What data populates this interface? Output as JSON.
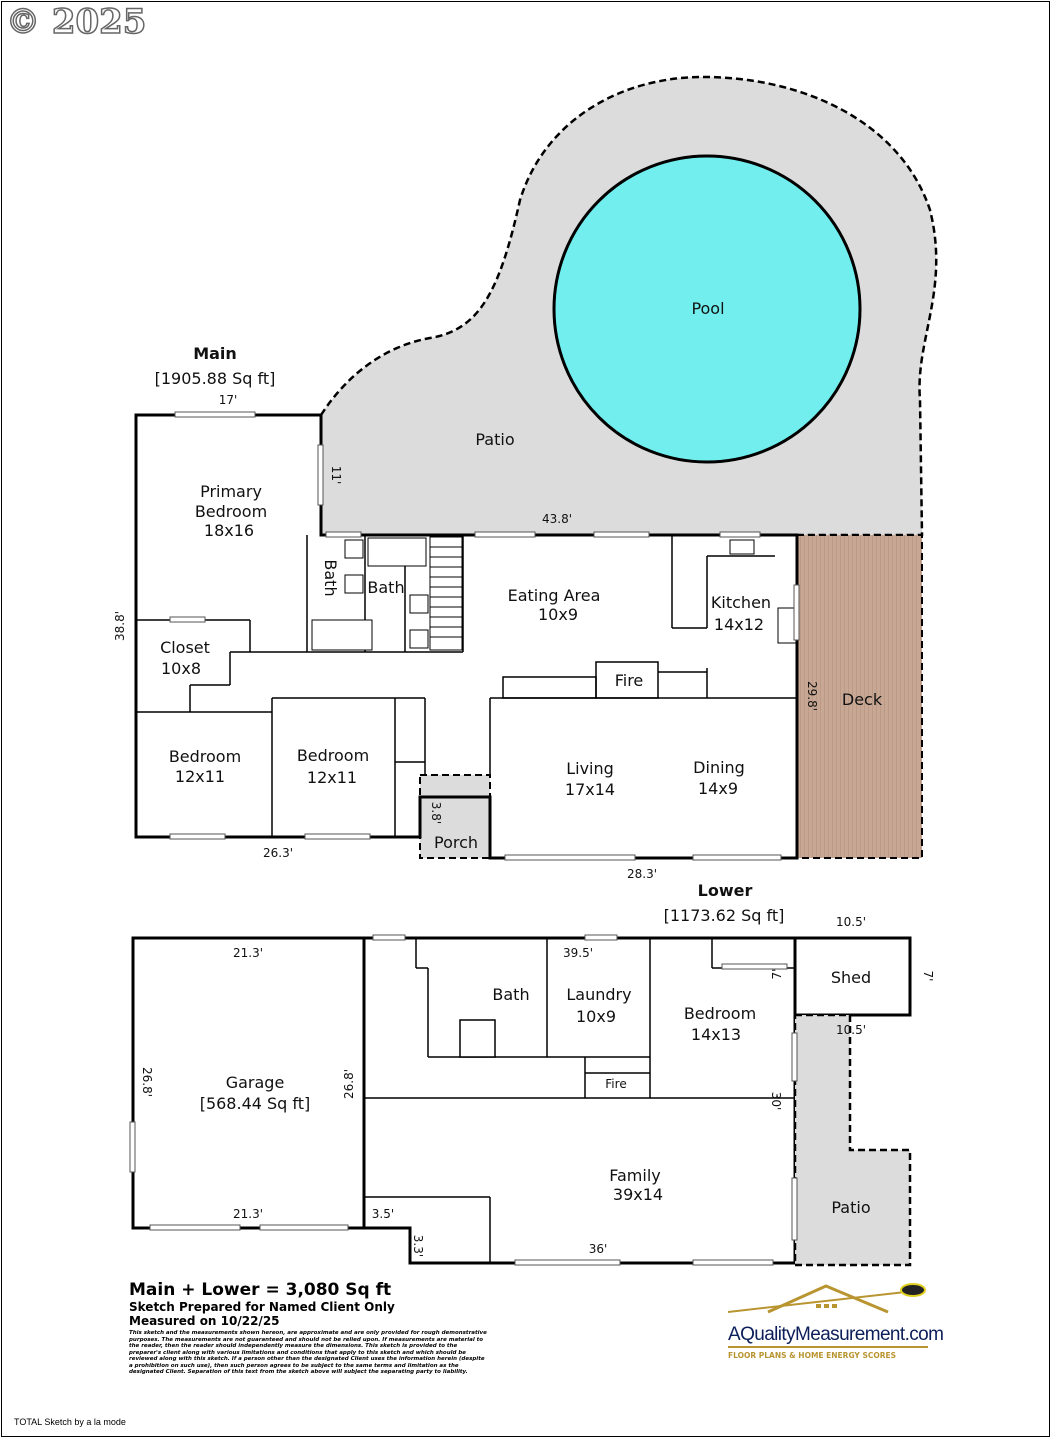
{
  "copyright": "© 2025",
  "main": {
    "title": "Main",
    "area": "[1905.88 Sq ft]",
    "rooms": {
      "pool": "Pool",
      "patio": "Patio",
      "primary_bedroom": [
        "Primary",
        "Bedroom",
        "18x16"
      ],
      "bath1": "Bath",
      "bath2": "Bath",
      "eating_area": [
        "Eating Area",
        "10x9"
      ],
      "kitchen": [
        "Kitchen",
        "14x12"
      ],
      "closet": [
        "Closet",
        "10x8"
      ],
      "fire": "Fire",
      "deck": "Deck",
      "bedroom_a": [
        "Bedroom",
        "12x11"
      ],
      "bedroom_b": [
        "Bedroom",
        "12x11"
      ],
      "living": [
        "Living",
        "17x14"
      ],
      "dining": [
        "Dining",
        "14x9"
      ],
      "porch": "Porch"
    },
    "dimensions": [
      "17'",
      "11'",
      "43.8'",
      "38.8'",
      "29.8'",
      "26.3'",
      "28.3'",
      "3.8'"
    ]
  },
  "lower": {
    "title": "Lower",
    "area": "[1173.62 Sq ft]",
    "rooms": {
      "garage": [
        "Garage",
        "[568.44 Sq ft]"
      ],
      "bath": "Bath",
      "laundry": [
        "Laundry",
        "10x9"
      ],
      "bedroom": [
        "Bedroom",
        "14x13"
      ],
      "shed": "Shed",
      "fire": "Fire",
      "family": [
        "Family",
        "39x14"
      ],
      "patio": "Patio"
    },
    "dimensions": [
      "21.3'",
      "21.3'",
      "26.8'",
      "26.8'",
      "39.5'",
      "10.5'",
      "7'",
      "10.5'",
      "30'",
      "3.5'",
      "3.3'",
      "36'",
      "7'"
    ]
  },
  "footer": {
    "total": "Main + Lower = 3,080 Sq ft",
    "prepared": "Sketch Prepared for Named Client Only",
    "measured": "Measured on 10/22/25",
    "disclaimer": "This sketch and the measurements shown hereon, are approximate and are only provided for rough demonstrative purposes. The measurements are not guaranteed and should not be relied upon. If measurements are material to the reader, then the reader should independently measure the dimensions. This sketch is provided to the preparer's client along with various limitations and conditions that apply to this sketch and which should be reviewed along with this sketch. If a person other than the designated Client uses the information herein (despite a prohibition on such use), then such person agrees to be subject to the same terms and limitation as the designated Client. Separation of this text from the sketch above will subject the separating party to liability."
  },
  "logo": {
    "name": "AQualityMeasurement.com",
    "tagline": "FLOOR PLANS & HOME ENERGY SCORES"
  },
  "credit": "TOTAL Sketch by a la mode",
  "colors": {
    "main_fill": "#f9f9b9",
    "lower_fill": "#fbd7c6",
    "garage_fill": "#c0ffc0",
    "pool": "#72eeee",
    "patio": "#dcdcdc",
    "deck": "#c8a894"
  }
}
